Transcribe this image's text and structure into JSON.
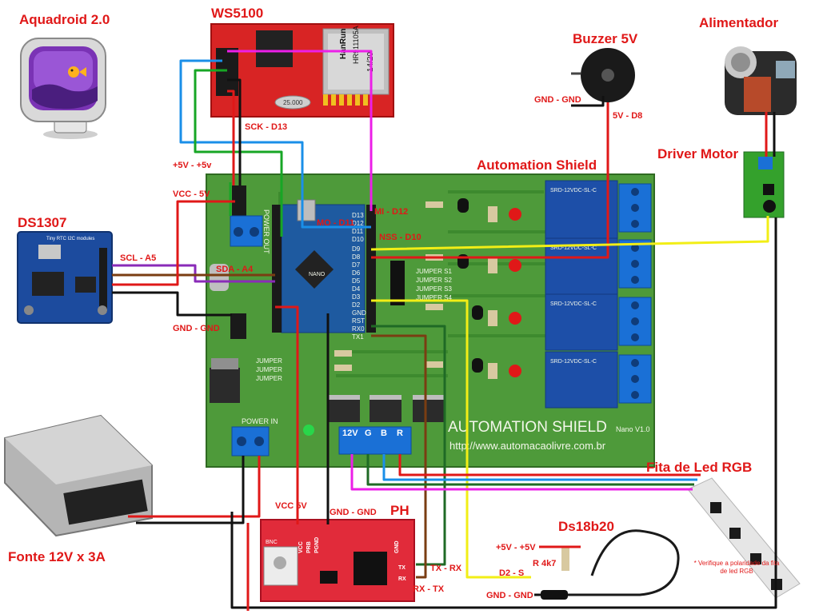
{
  "components": {
    "aquadroid": "Aquadroid 2.0",
    "ws5100": "WS5100",
    "buzzer": "Buzzer 5V",
    "feeder": "Alimentador",
    "driver": "Driver Motor",
    "shield": "Automation Shield",
    "ds1307": "DS1307",
    "rgb_strip": "Fita de Led RGB",
    "ph": "PH",
    "ds18b20": "Ds18b20",
    "psu": "Fonte 12V x 3A"
  },
  "labels": {
    "sck": "SCK - D13",
    "five_v": "+5V - +5v",
    "vcc_5v_a": "VCC - 5V",
    "scl": "SCL - A5",
    "sda": "SDA - A4",
    "gnd_a": "GND - GND",
    "mo": "MO - D11",
    "mi": "MI - D12",
    "nss": "NSS - D10",
    "buzz_gnd": "GND - GND",
    "buzz_5v": "5V - D8",
    "vcc_5v_b": "VCC  5V",
    "gnd_b": "GND - GND",
    "tx_rx": "TX - RX",
    "rx_tx": "RX - TX",
    "temp_5v": "+5V - +5V",
    "r4k7": "R 4k7",
    "d2": "D2 - S",
    "temp_gnd": "GND - GND",
    "note": "* Verifique a polaridade da fita de led RGB"
  },
  "board": {
    "title": "AUTOMATION SHIELD",
    "suffix": "Nano V1.0",
    "url": "http://www.automacaolivre.com.br",
    "power_out": "POWER OUT",
    "power_in": "POWER IN",
    "rgb_terms": [
      "12V",
      "G",
      "B",
      "R"
    ],
    "jumpers": [
      "JUMPER S1",
      "JUMPER S2",
      "JUMPER S3",
      "JUMPER S4"
    ],
    "jumpers_left": [
      "JUMPER",
      "JUMPER",
      "JUMPER"
    ],
    "pins": [
      "D13",
      "D12",
      "D11",
      "D10",
      "D9",
      "D8",
      "D7",
      "D6",
      "D5",
      "D4",
      "D3",
      "D2",
      "GND",
      "RST",
      "RX0",
      "TX1"
    ],
    "relay_text": "SRD-12VDC-SL-C",
    "nano": "NANO",
    "rtc_module": "Tiny RTC I2C modules",
    "ph_pins": [
      "VCC",
      "PRB",
      "PGND",
      "GND",
      "TX",
      "RX"
    ],
    "bnc": "BNC",
    "ws_chip": [
      "HanRun",
      "HR911105A",
      "14/20"
    ],
    "ws_crystal": "25.000"
  },
  "colors": {
    "board": "#4e9a3a",
    "wire_red": "#e01818",
    "wire_black": "#111111",
    "wire_yellow": "#f2ee16",
    "wire_magenta": "#ec1fe8",
    "wire_blue": "#1a8fe8",
    "wire_green": "#17a625",
    "wire_brown": "#7a3d12",
    "wire_darkgreen": "#1f6a25",
    "wire_purple": "#8a2bb8"
  }
}
